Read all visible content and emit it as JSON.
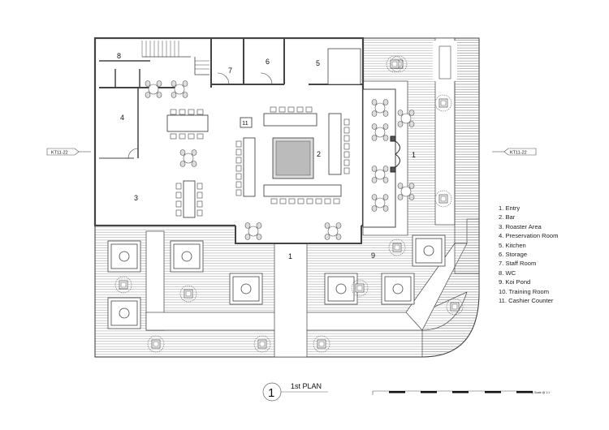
{
  "plan": {
    "title": "1st PLAN",
    "number": "1",
    "scale_label": "Scale @ 1:1",
    "section_marker_left": "KT11-22",
    "section_marker_right": "KT11-22"
  },
  "room_labels": {
    "entry_top": "1",
    "entry_bottom": "1",
    "bar": "2",
    "roaster": "3",
    "preservation": "4",
    "kitchen": "5",
    "storage": "6",
    "staff": "7",
    "wc": "8",
    "koi": "9",
    "cashier": "11"
  },
  "legend": [
    "1. Entry",
    "2. Bar",
    "3. Roaster Area",
    "4.  Preservation Room",
    "5. Kitchen",
    "6. Storage",
    "7. Staff Room",
    "8. WC",
    "9. Koi Pond",
    "10. Training Room",
    "11. Cashier Counter"
  ],
  "colors": {
    "line": "#333333",
    "wall": "#555555",
    "paper": "#ffffff"
  }
}
